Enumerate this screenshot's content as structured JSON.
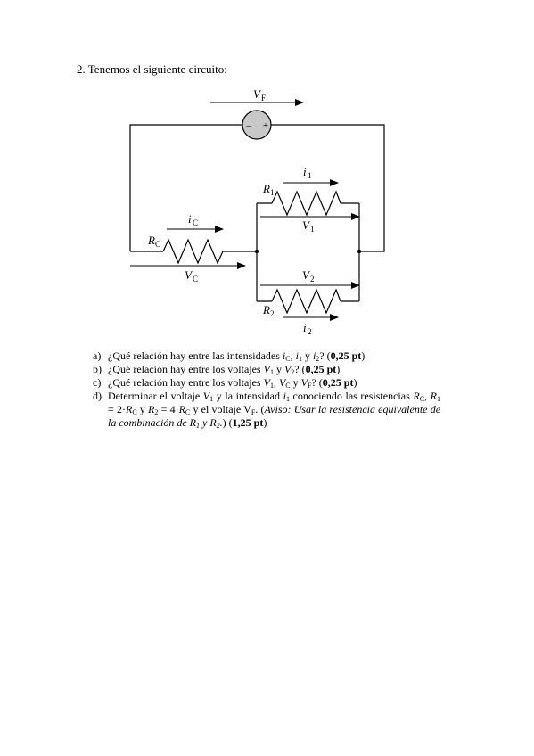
{
  "heading": "2. Tenemos el siguiente circuito:",
  "circuit": {
    "labels": {
      "vf_main": "V",
      "vf_sub": "F",
      "minus": "–",
      "plus": "+",
      "r1_main": "R",
      "r1_sub": "1",
      "i1_main": "i",
      "i1_sub": "1",
      "v1_main": "V",
      "v1_sub": "1",
      "rc_main": "R",
      "rc_sub": "C",
      "ic_main": "i",
      "ic_sub": "C",
      "vc_main": "V",
      "vc_sub": "C",
      "v2_main": "V",
      "v2_sub": "2",
      "r2_main": "R",
      "r2_sub": "2",
      "i2_main": "i",
      "i2_sub": "2"
    }
  },
  "questions": {
    "a": {
      "letter": "a)",
      "t1": "¿Qué relación hay entre las intensidades ",
      "v1": "i",
      "v1s": "C",
      "t2": ", ",
      "v2": "i",
      "v2s": "1",
      "t3": " y ",
      "v3": "i",
      "v3s": "2",
      "t4": "? (",
      "points": "0,25 pt",
      "t5": ")"
    },
    "b": {
      "letter": "b)",
      "t1": "¿Qué relación hay entre los voltajes ",
      "v1": "V",
      "v1s": "1",
      "t2": " y ",
      "v2": "V",
      "v2s": "2",
      "t3": "? (",
      "points": "0,25 pt",
      "t4": ")"
    },
    "c": {
      "letter": "c)",
      "t1": "¿Qué relación hay entre los voltajes ",
      "v1": "V",
      "v1s": "1",
      "t2": ", ",
      "v2": "V",
      "v2s": "C",
      "t3": " y ",
      "v3": "V",
      "v3s": "F",
      "t4": "? (",
      "points": "0,25 pt",
      "t5": ")"
    },
    "d": {
      "letter": "d)",
      "t1": "Determinar el voltaje ",
      "v1": "V",
      "v1s": "1",
      "t2": " y la intensidad ",
      "v2": "i",
      "v2s": "1",
      "t3": " conociendo las resistencias ",
      "v3": "R",
      "v3s": "C",
      "t4": ", ",
      "v4": "R",
      "v4s": "1",
      "t5": " = 2·",
      "v5": "R",
      "v5s": "C",
      "t6": " y ",
      "v6": "R",
      "v6s": "2",
      "t7": " = 4·",
      "v7": "R",
      "v7s": "C",
      "t8": " y el voltaje V",
      "t8s": "F",
      "t9": ". (",
      "aviso": "Aviso: Usar la resistencia equivalente de la combinación de ",
      "av1": "R",
      "av1s": "1",
      "av2": " y ",
      "av3": "R",
      "av3s": "2",
      "av4": ".",
      "t10": ") (",
      "points": "1,25 pt",
      "t11": ")"
    }
  }
}
